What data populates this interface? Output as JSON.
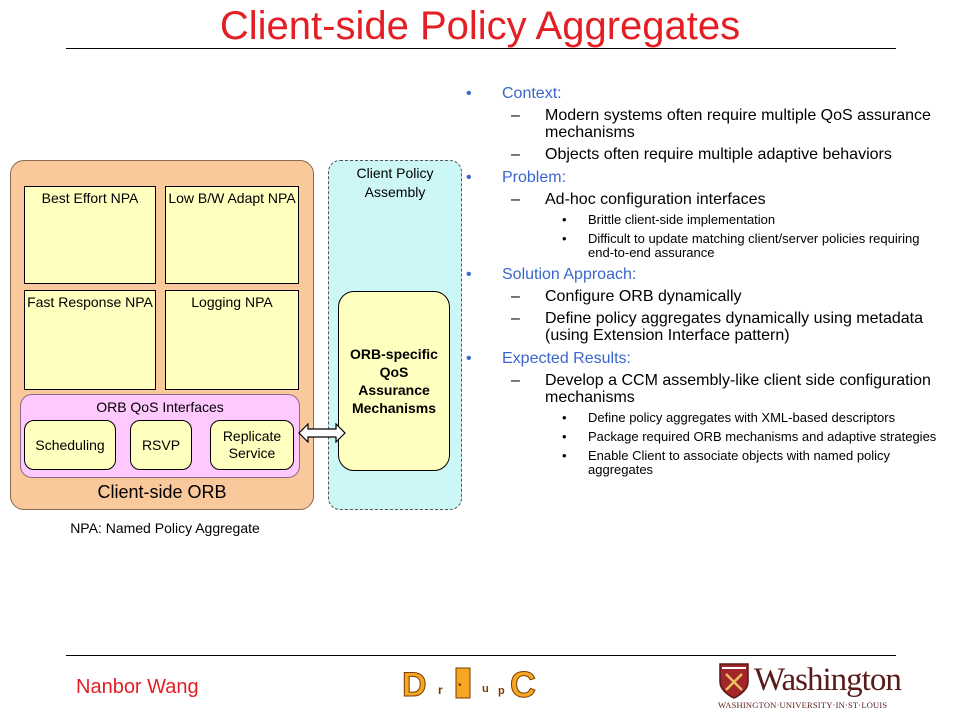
{
  "title": "Client-side Policy Aggregates",
  "diagram": {
    "npas": [
      {
        "label": "Best Effort NPA"
      },
      {
        "label": "Low B/W Adapt NPA"
      },
      {
        "label": "Fast Response NPA"
      },
      {
        "label": "Logging NPA"
      }
    ],
    "qos_interfaces": {
      "title": "ORB QoS Interfaces",
      "items": [
        {
          "label": "Scheduling"
        },
        {
          "label": "RSVP"
        },
        {
          "label": "Replicate Service"
        }
      ]
    },
    "orb_label": "Client-side ORB",
    "client_policy_assembly": "Client Policy Assembly",
    "mechanisms": "ORB-specific QoS Assurance Mechanisms",
    "note": "NPA: Named Policy Aggregate"
  },
  "bullets": {
    "context": {
      "label": "Context:",
      "items": [
        "Modern systems often require multiple QoS assurance mechanisms",
        "Objects often require multiple adaptive behaviors"
      ]
    },
    "problem": {
      "label": "Problem:",
      "item": "Ad-hoc configuration interfaces",
      "subitems": [
        "Brittle client-side implementation",
        "Difficult to update matching client/server policies requiring end-to-end assurance"
      ]
    },
    "solution": {
      "label": "Solution Approach:",
      "items": [
        "Configure ORB dynamically",
        "Define policy aggregates dynamically using metadata (using Extension Interface pattern)"
      ]
    },
    "results": {
      "label": "Expected Results:",
      "item": "Develop a CCM assembly-like client side configuration mechanisms",
      "subitems": [
        "Define policy aggregates with XML-based descriptors",
        "Package required ORB mechanisms and adaptive strategies",
        "Enable Client to associate objects with named policy aggregates"
      ]
    }
  },
  "footer": {
    "author": "Nanbor Wang",
    "doc_logo_letters": [
      "D",
      "r",
      "•",
      "u",
      "p",
      "C"
    ],
    "university_name": "Washington",
    "university_subtitle": "WASHINGTON·UNIVERSITY·IN·ST·LOUIS"
  },
  "colors": {
    "title": "#e31e24",
    "bullet_heading": "#3a66cc",
    "orb_fill": "#f9c89b",
    "npa_fill": "#ffffc0",
    "qos_fill": "#ffc8ff",
    "assembly_fill": "#cdf7f7"
  }
}
